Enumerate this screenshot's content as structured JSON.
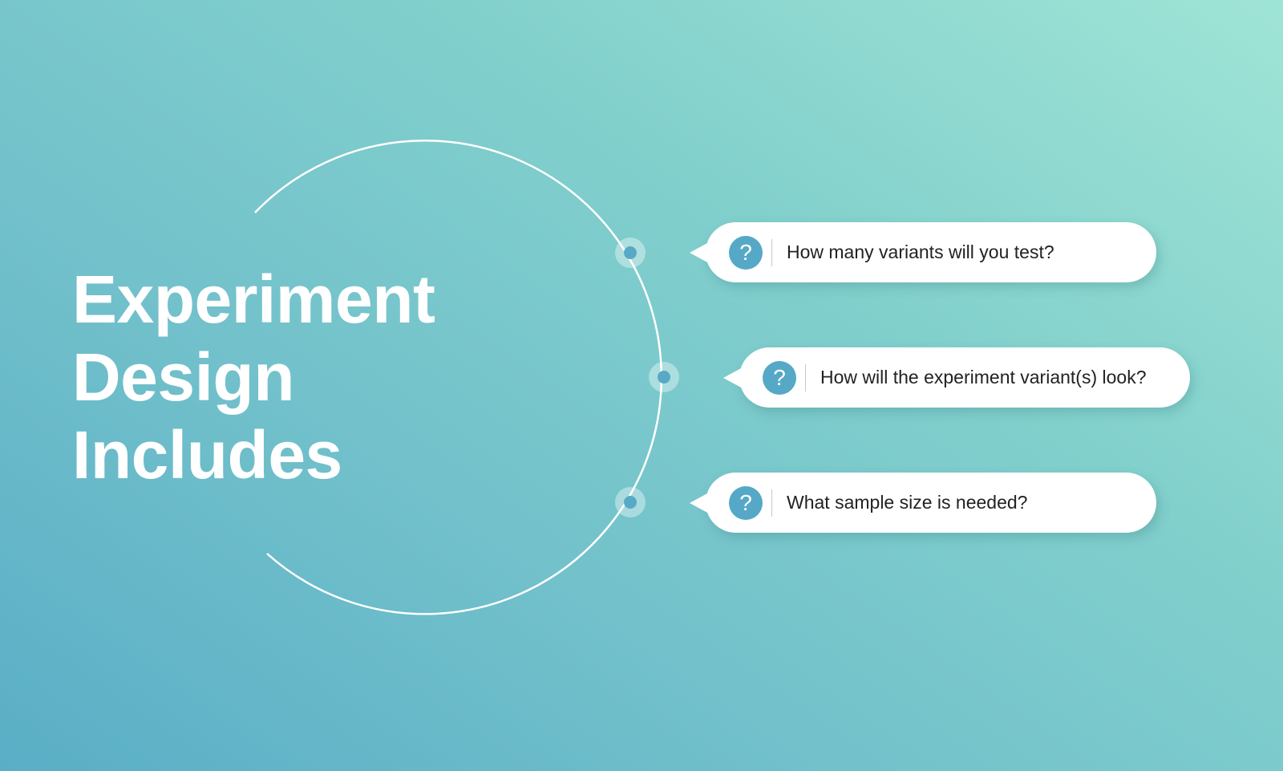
{
  "slide": {
    "title_lines": [
      "Experiment",
      "Design",
      "Includes"
    ],
    "items": [
      {
        "icon": "question-icon",
        "glyph": "?",
        "text": "How many variants will you test?"
      },
      {
        "icon": "question-icon",
        "glyph": "?",
        "text": "How will the experiment variant(s) look?"
      },
      {
        "icon": "question-icon",
        "glyph": "?",
        "text": "What sample size is needed?"
      }
    ]
  },
  "colors": {
    "bg_top_right": "#9fe4d6",
    "bg_bottom_left": "#5aaec6",
    "accent": "#55a9c6",
    "bubble": "#ffffff",
    "text": "#222222"
  }
}
